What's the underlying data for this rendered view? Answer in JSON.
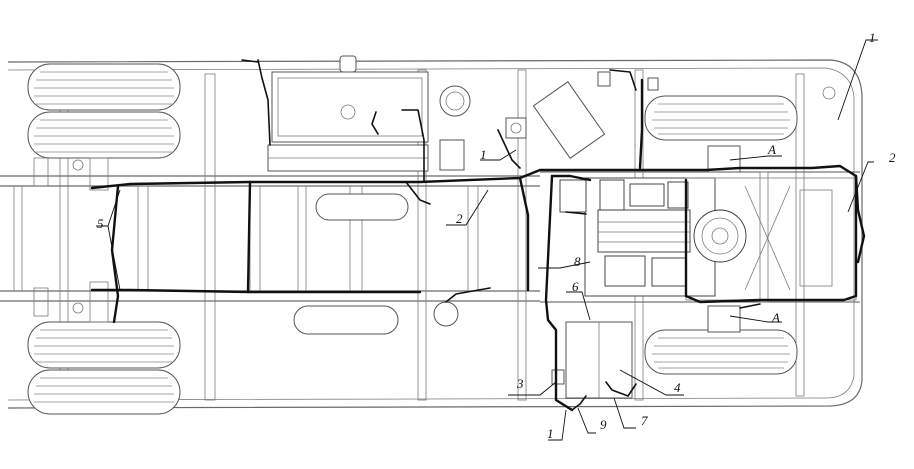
{
  "callouts": {
    "c1_top": "1",
    "c1_mid": "1",
    "c1_bottom": "1",
    "c2_left": "2",
    "c2_right": "2",
    "c3": "3",
    "c4": "4",
    "c5": "5",
    "c6": "6",
    "c7": "7",
    "c8": "8",
    "c9": "9",
    "a_top": "A",
    "a_bottom": "A"
  }
}
